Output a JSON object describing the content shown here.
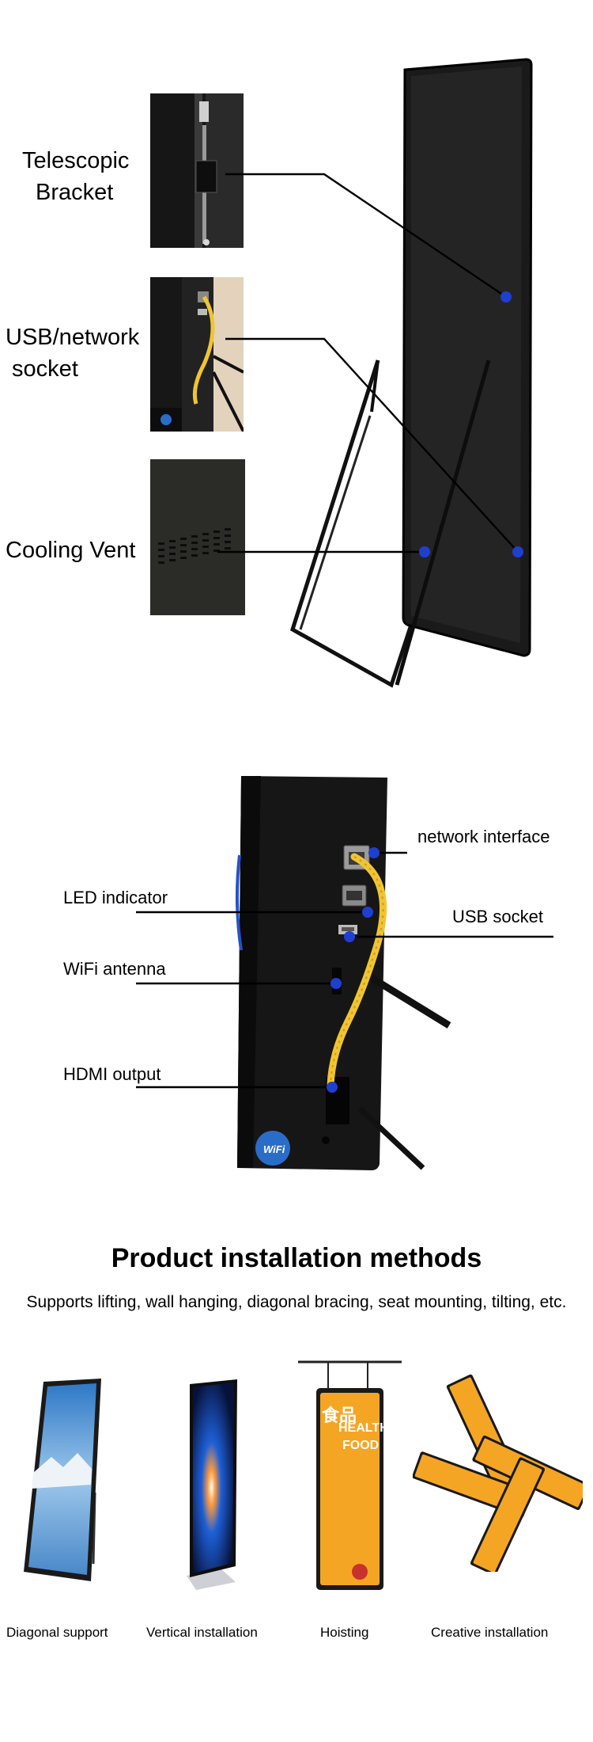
{
  "section1": {
    "callouts": [
      {
        "id": "telescopic",
        "lines": [
          "Telescopic",
          "Bracket"
        ]
      },
      {
        "id": "usb",
        "lines": [
          "USB/network",
          " socket"
        ]
      },
      {
        "id": "vent",
        "lines": [
          "Cooling Vent"
        ]
      }
    ]
  },
  "section2": {
    "labels": {
      "network_interface": "network interface",
      "led_indicator": "LED indicator",
      "usb_socket": "USB socket",
      "wifi_antenna": "WiFi antenna",
      "hdmi_output": "HDMI output"
    },
    "wifi_badge": "WiFi"
  },
  "section3": {
    "title": "Product installation methods",
    "subtitle": "Supports lifting, wall hanging, diagonal bracing, seat mounting, tilting, etc.",
    "methods": [
      {
        "label": "Diagonal support"
      },
      {
        "label": "Vertical installation"
      },
      {
        "label": "Hoisting"
      },
      {
        "label": "Creative installation"
      }
    ],
    "poster_text": {
      "brand": "食品",
      "line1": "HEALTH",
      "line2": "FOOD"
    }
  },
  "colors": {
    "accent_dot": "#1f3fd0",
    "panel": "#1c1c1c",
    "cable": "#f0c531",
    "poster": "#f5a524"
  }
}
